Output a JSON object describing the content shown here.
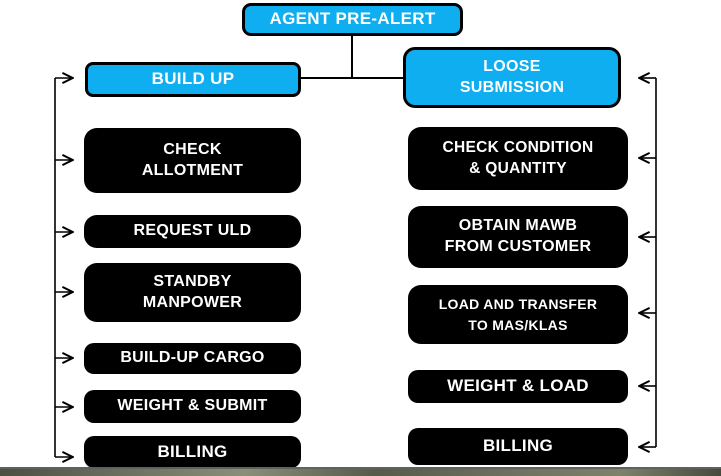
{
  "diagram": {
    "title": "AGENT PRE-ALERT",
    "left_branch": {
      "header": "BUILD UP",
      "steps": [
        {
          "label": "CHECK\nALLOTMENT"
        },
        {
          "label": "REQUEST ULD"
        },
        {
          "label": "STANDBY\nMANPOWER"
        },
        {
          "label": "BUILD-UP CARGO"
        },
        {
          "label": "WEIGHT & SUBMIT"
        },
        {
          "label": "BILLING"
        }
      ]
    },
    "right_branch": {
      "header": "LOOSE\nSUBMISSION",
      "steps": [
        {
          "label": "CHECK CONDITION\n& QUANTITY"
        },
        {
          "label": "OBTAIN MAWB\nFROM CUSTOMER"
        },
        {
          "label": "LOAD AND TRANSFER\nTO MAS/KLAS"
        },
        {
          "label": "WEIGHT & LOAD"
        },
        {
          "label": "BILLING"
        }
      ]
    },
    "colors": {
      "accent_blue": "#0FAEF0",
      "node_black": "#000000",
      "text_white": "#FFFFFF",
      "connector_black": "#000000"
    }
  }
}
